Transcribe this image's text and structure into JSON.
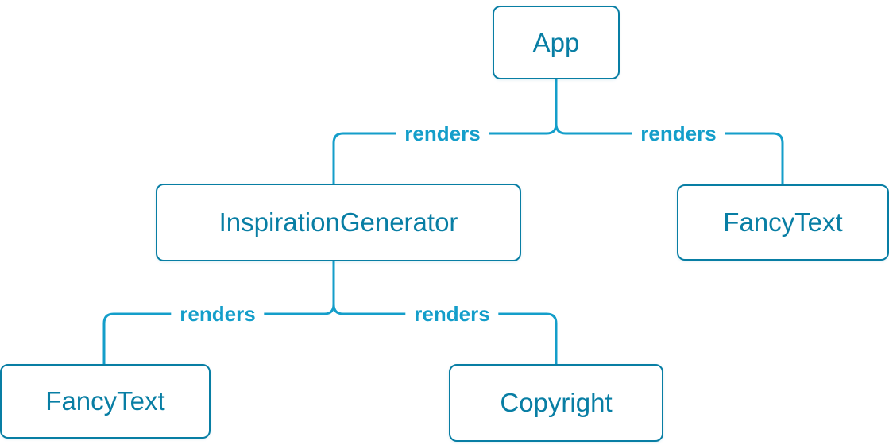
{
  "diagram": {
    "type": "tree",
    "nodes": [
      {
        "id": "app",
        "label": "App"
      },
      {
        "id": "inspiration-generator",
        "label": "InspirationGenerator"
      },
      {
        "id": "fancy-text-top",
        "label": "FancyText"
      },
      {
        "id": "fancy-text-bottom",
        "label": "FancyText"
      },
      {
        "id": "copyright",
        "label": "Copyright"
      }
    ],
    "edges": [
      {
        "from": "App",
        "to": "InspirationGenerator",
        "label": "renders"
      },
      {
        "from": "App",
        "to": "FancyText",
        "label": "renders"
      },
      {
        "from": "InspirationGenerator",
        "to": "FancyText",
        "label": "renders"
      },
      {
        "from": "InspirationGenerator",
        "to": "Copyright",
        "label": "renders"
      }
    ],
    "colors": {
      "node_border": "#087ea4",
      "node_text": "#087ea4",
      "node_fill": "#ffffff",
      "line": "#149eca",
      "edge_label_text": "#149eca",
      "background": "#ffffff"
    }
  }
}
